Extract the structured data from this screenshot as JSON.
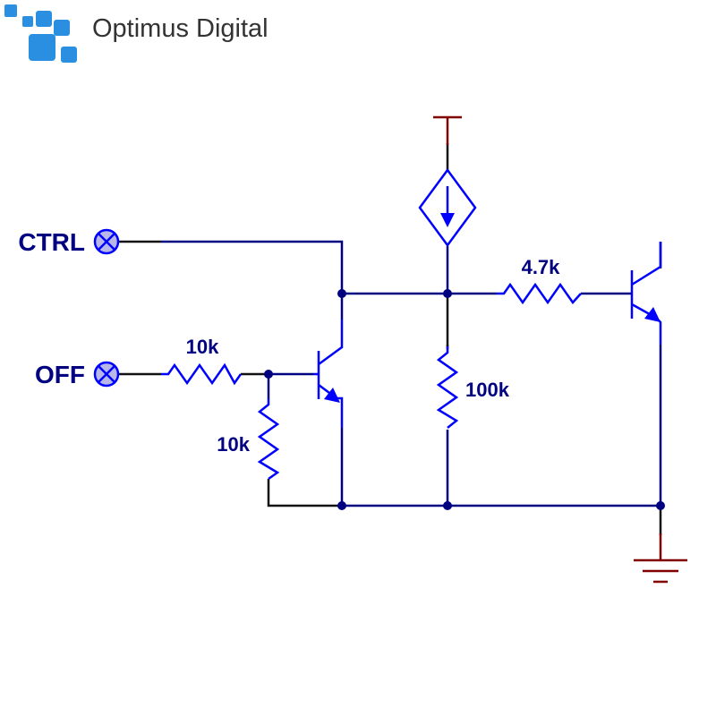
{
  "brand": {
    "name": "Optimus Digital",
    "color": "#2a8fe0"
  },
  "terminals": {
    "ctrl": "CTRL",
    "off": "OFF"
  },
  "components": {
    "r_off_series": "10k",
    "r_off_pulldown": "10k",
    "r_bias": "100k",
    "r_base": "4.7k"
  },
  "colors": {
    "wire": "#000080",
    "component": "#0000ff",
    "rail": "#800000",
    "terminal_fill": "#b8b8e8"
  }
}
